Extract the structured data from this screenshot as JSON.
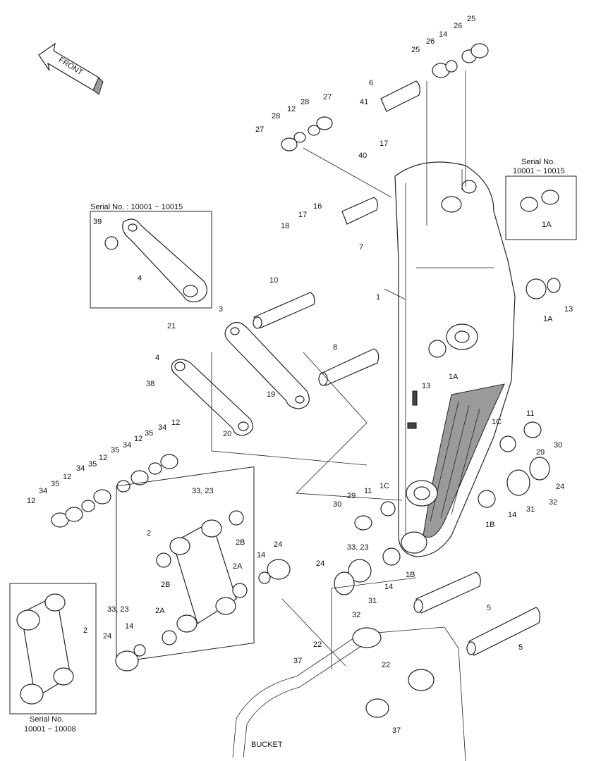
{
  "front_label": "FRONT",
  "bucket_label": "BUCKET",
  "insets": {
    "link_inset_title": "Serial No. : 10001 ~ 10015",
    "bushing_inset_title_line1": "Serial No.",
    "bushing_inset_title_line2": "10001 ~ 10015",
    "h_link_inset_title_line1": "Serial No.",
    "h_link_inset_title_line2": "10001 ~ 10008"
  },
  "callouts": {
    "c25a": "25",
    "c26a": "26",
    "c14a": "14",
    "c26b": "26",
    "c25b": "25",
    "c6": "6",
    "c41": "41",
    "c17a": "17",
    "c40": "40",
    "c27a": "27",
    "c28a": "28",
    "c12a": "12",
    "c28b": "28",
    "c27b": "27",
    "c16": "16",
    "c17b": "17",
    "c18": "18",
    "c7": "7",
    "c39": "39",
    "c4a": "4",
    "c10": "10",
    "c3": "3",
    "c1": "1",
    "c8": "8",
    "c21": "21",
    "c4b": "4",
    "c38": "38",
    "c19": "19",
    "c20": "20",
    "cSerialA": "Serial No.",
    "c1A_inset": "1A",
    "c13a": "13",
    "c1Aa": "1A",
    "c13b": "13",
    "c1Ab": "1A",
    "c12b": "12",
    "c34a": "34",
    "c35a": "35",
    "c12c": "12",
    "c35b": "35",
    "c34b": "34",
    "c12d": "12",
    "c34c": "34",
    "c35c": "35",
    "c12e": "12",
    "c35d": "35",
    "c34d": "34",
    "c12f": "12",
    "c11a": "11",
    "c1Ca": "1C",
    "c29a": "29",
    "c30a": "30",
    "c24a": "24",
    "c31a": "31",
    "c32a": "32",
    "c14b": "14",
    "c1Ba": "1B",
    "c3323a": "33, 23",
    "c2a": "2",
    "c2Ba": "2B",
    "c2Bb": "2B",
    "c2Aa": "2A",
    "c2Ab": "2A",
    "c3323b": "33, 23",
    "c3323c": "33, 23",
    "c14c": "14",
    "c24b": "24",
    "c14d": "14",
    "c24c": "24",
    "c30b": "30",
    "c29b": "29",
    "c11b": "11",
    "c1Cb": "1C",
    "c24d": "24",
    "c14e": "14",
    "c1Bb": "1B",
    "c32b": "32",
    "c31b": "31",
    "c5a": "5",
    "c5b": "5",
    "c22a": "22",
    "c22b": "22",
    "c37a": "37",
    "c37b": "37",
    "c2b": "2"
  }
}
